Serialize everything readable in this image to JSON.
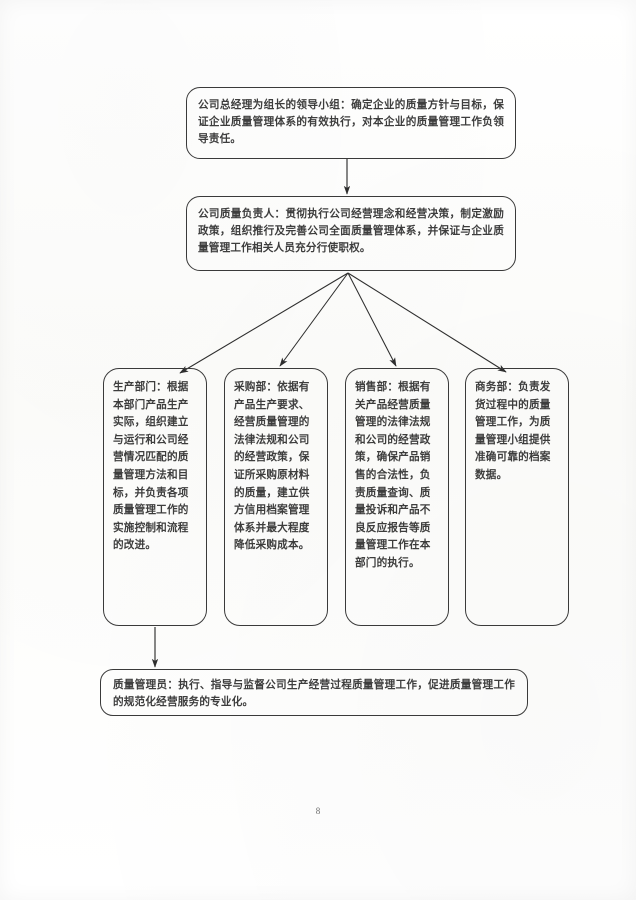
{
  "document": {
    "page_number": "8",
    "ink_color": "#232323",
    "line_color": "#3a3a3a",
    "paper_color": "#fdfdfc"
  },
  "diagram": {
    "type": "org-responsibility-flowchart",
    "nodes": {
      "leadership": {
        "name": "leadership-group",
        "text": "公司总经理为组长的领导小组：确定企业的质量方针与目标，保证企业质量管理体系的有效执行，对本企业的质量管理工作负领导责任。"
      },
      "quality_officer": {
        "name": "company-quality-officer",
        "text": "公司质量负责人：贯彻执行公司经营理念和经营决策，制定激励政策，组织推行及完善公司全面质量管理体系，并保证与企业质量管理工作相关人员充分行使职权。"
      },
      "production": {
        "name": "production-department",
        "text": "生产部门：根据本部门产品生产实际，组织建立与运行和公司经营情况匹配的质量管理方法和目标，并负责各项质量管理工作的实施控制和流程的改进。"
      },
      "purchasing": {
        "name": "purchasing-department",
        "text": "采购部：依据有产品生产要求、经营质量管理的法律法规和公司的经营政策，保证所采购原材料的质量，建立供方信用档案管理体系并最大程度降低采购成本。"
      },
      "sales": {
        "name": "sales-department",
        "text": "销售部：根据有关产品经营质量管理的法律法规和公司的经营政策，确保产品销售的合法性，负责质量查询、质量投诉和产品不良反应报告等质量管理工作在本部门的执行。"
      },
      "business": {
        "name": "business-department",
        "text": "商务部：负责发货过程中的质量管理工作，为质量管理小组提供准确可靠的档案数据。"
      },
      "quality_manager": {
        "name": "quality-manager",
        "text": "质量管理员：执行、指导与监督公司生产经营过程质量管理工作，促进质量管理工作的规范化经营服务的专业化。"
      }
    },
    "edges": [
      {
        "name": "edge-leadership-to-quality-officer",
        "from": "leadership",
        "to": "quality_officer",
        "style": "straight-arrow"
      },
      {
        "name": "edge-quality-officer-to-production",
        "from": "quality_officer",
        "to": "production",
        "style": "fan-arrow"
      },
      {
        "name": "edge-quality-officer-to-purchasing",
        "from": "quality_officer",
        "to": "purchasing",
        "style": "fan-arrow"
      },
      {
        "name": "edge-quality-officer-to-sales",
        "from": "quality_officer",
        "to": "sales",
        "style": "fan-arrow"
      },
      {
        "name": "edge-quality-officer-to-business",
        "from": "quality_officer",
        "to": "business",
        "style": "fan-arrow"
      },
      {
        "name": "edge-production-to-quality-manager",
        "from": "production",
        "to": "quality_manager",
        "style": "straight-arrow"
      }
    ]
  }
}
